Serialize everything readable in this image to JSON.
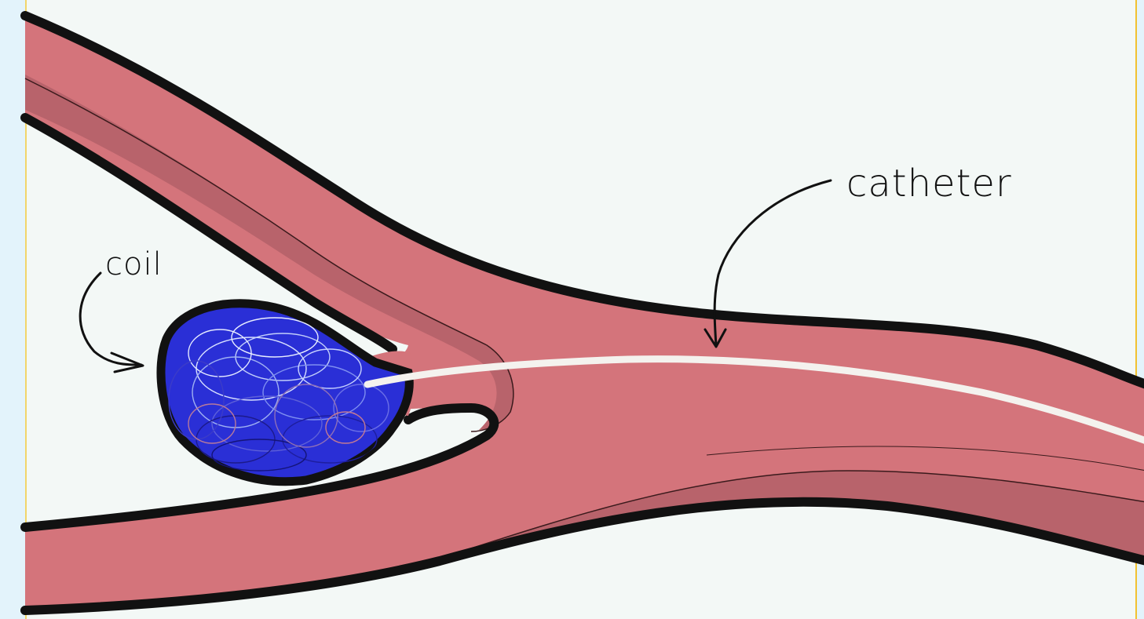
{
  "labels": {
    "coil": "coil",
    "catheter": "catheter"
  },
  "colors": {
    "vessel_light": "#d4747b",
    "vessel_dark": "#b8636b",
    "outline": "#111111",
    "coil_blue": "#2a2fd6",
    "coil_light": "#a8b6f2",
    "catheter_wire": "#f4f2ee",
    "background": "#f3f8f6",
    "left_strip": "#e3f3fb",
    "right_border": "#f2c230"
  },
  "icons": {
    "coil_arrow": "curved-arrow",
    "catheter_arrow": "curved-arrow"
  }
}
